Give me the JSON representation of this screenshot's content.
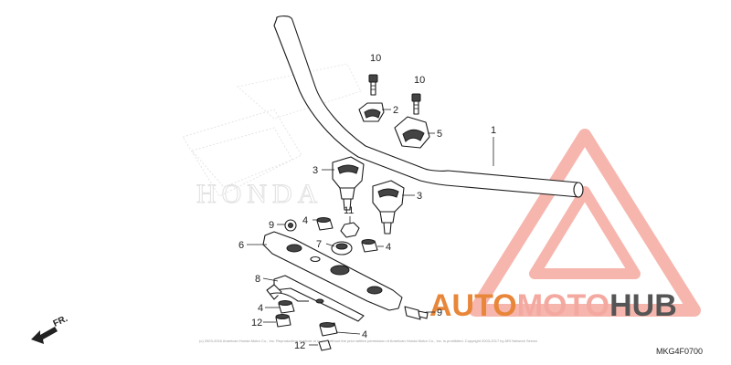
{
  "watermarks": {
    "honda_text": "HONDA",
    "brand_part1": "AUTO",
    "brand_part2": "MOTO",
    "brand_part3": "HUB",
    "brand_color_primary": "#f4a9a0",
    "brand_color_secondary": "#e8873a",
    "brand_color_dark": "#555555"
  },
  "callouts": {
    "c1": "1",
    "c2": "2",
    "c3a": "3",
    "c3b": "3",
    "c4a": "4",
    "c4b": "4",
    "c4c": "4",
    "c4d": "4",
    "c5": "5",
    "c6": "6",
    "c7": "7",
    "c8": "8",
    "c9a": "9",
    "c9b": "9",
    "c10a": "10",
    "c10b": "10",
    "c11": "11",
    "c12a": "12",
    "c12b": "12"
  },
  "direction_label": "FR.",
  "fine_print": "(c) 2003-2016 American Honda Motor Co., Inc. Reproduction in whole or in part without the prior written permission of American Honda Motor Co., Inc. is prohibited. Copyright 2003-2017 by ARI Network Services, Inc.",
  "diagram_code": "MKG4F0700"
}
